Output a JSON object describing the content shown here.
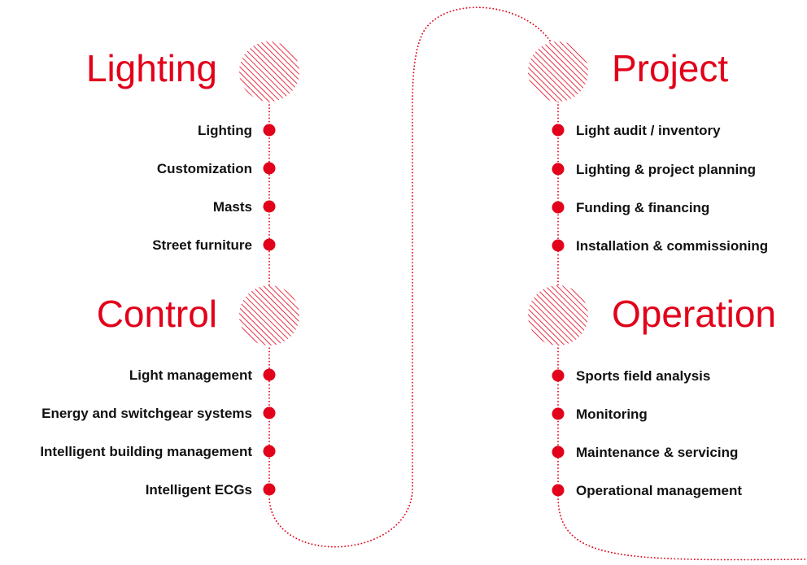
{
  "colors": {
    "accent": "#e2001a",
    "text": "#111111"
  },
  "icons": {
    "section_marker": "hatched-circle-icon",
    "bullet": "dot-icon"
  },
  "sections": [
    {
      "title": "Lighting",
      "items": [
        "Lighting",
        "Customization",
        "Masts",
        "Street furniture"
      ]
    },
    {
      "title": "Control",
      "items": [
        "Light management",
        "Energy and switchgear systems",
        "Intelligent building management",
        "Intelligent ECGs"
      ]
    },
    {
      "title": "Project",
      "items": [
        "Light audit / inventory",
        "Lighting & project planning",
        "Funding & financing",
        "Installation & commissioning"
      ]
    },
    {
      "title": "Operation",
      "items": [
        "Sports field analysis",
        "Monitoring",
        "Maintenance & servicing",
        "Operational management"
      ]
    }
  ]
}
